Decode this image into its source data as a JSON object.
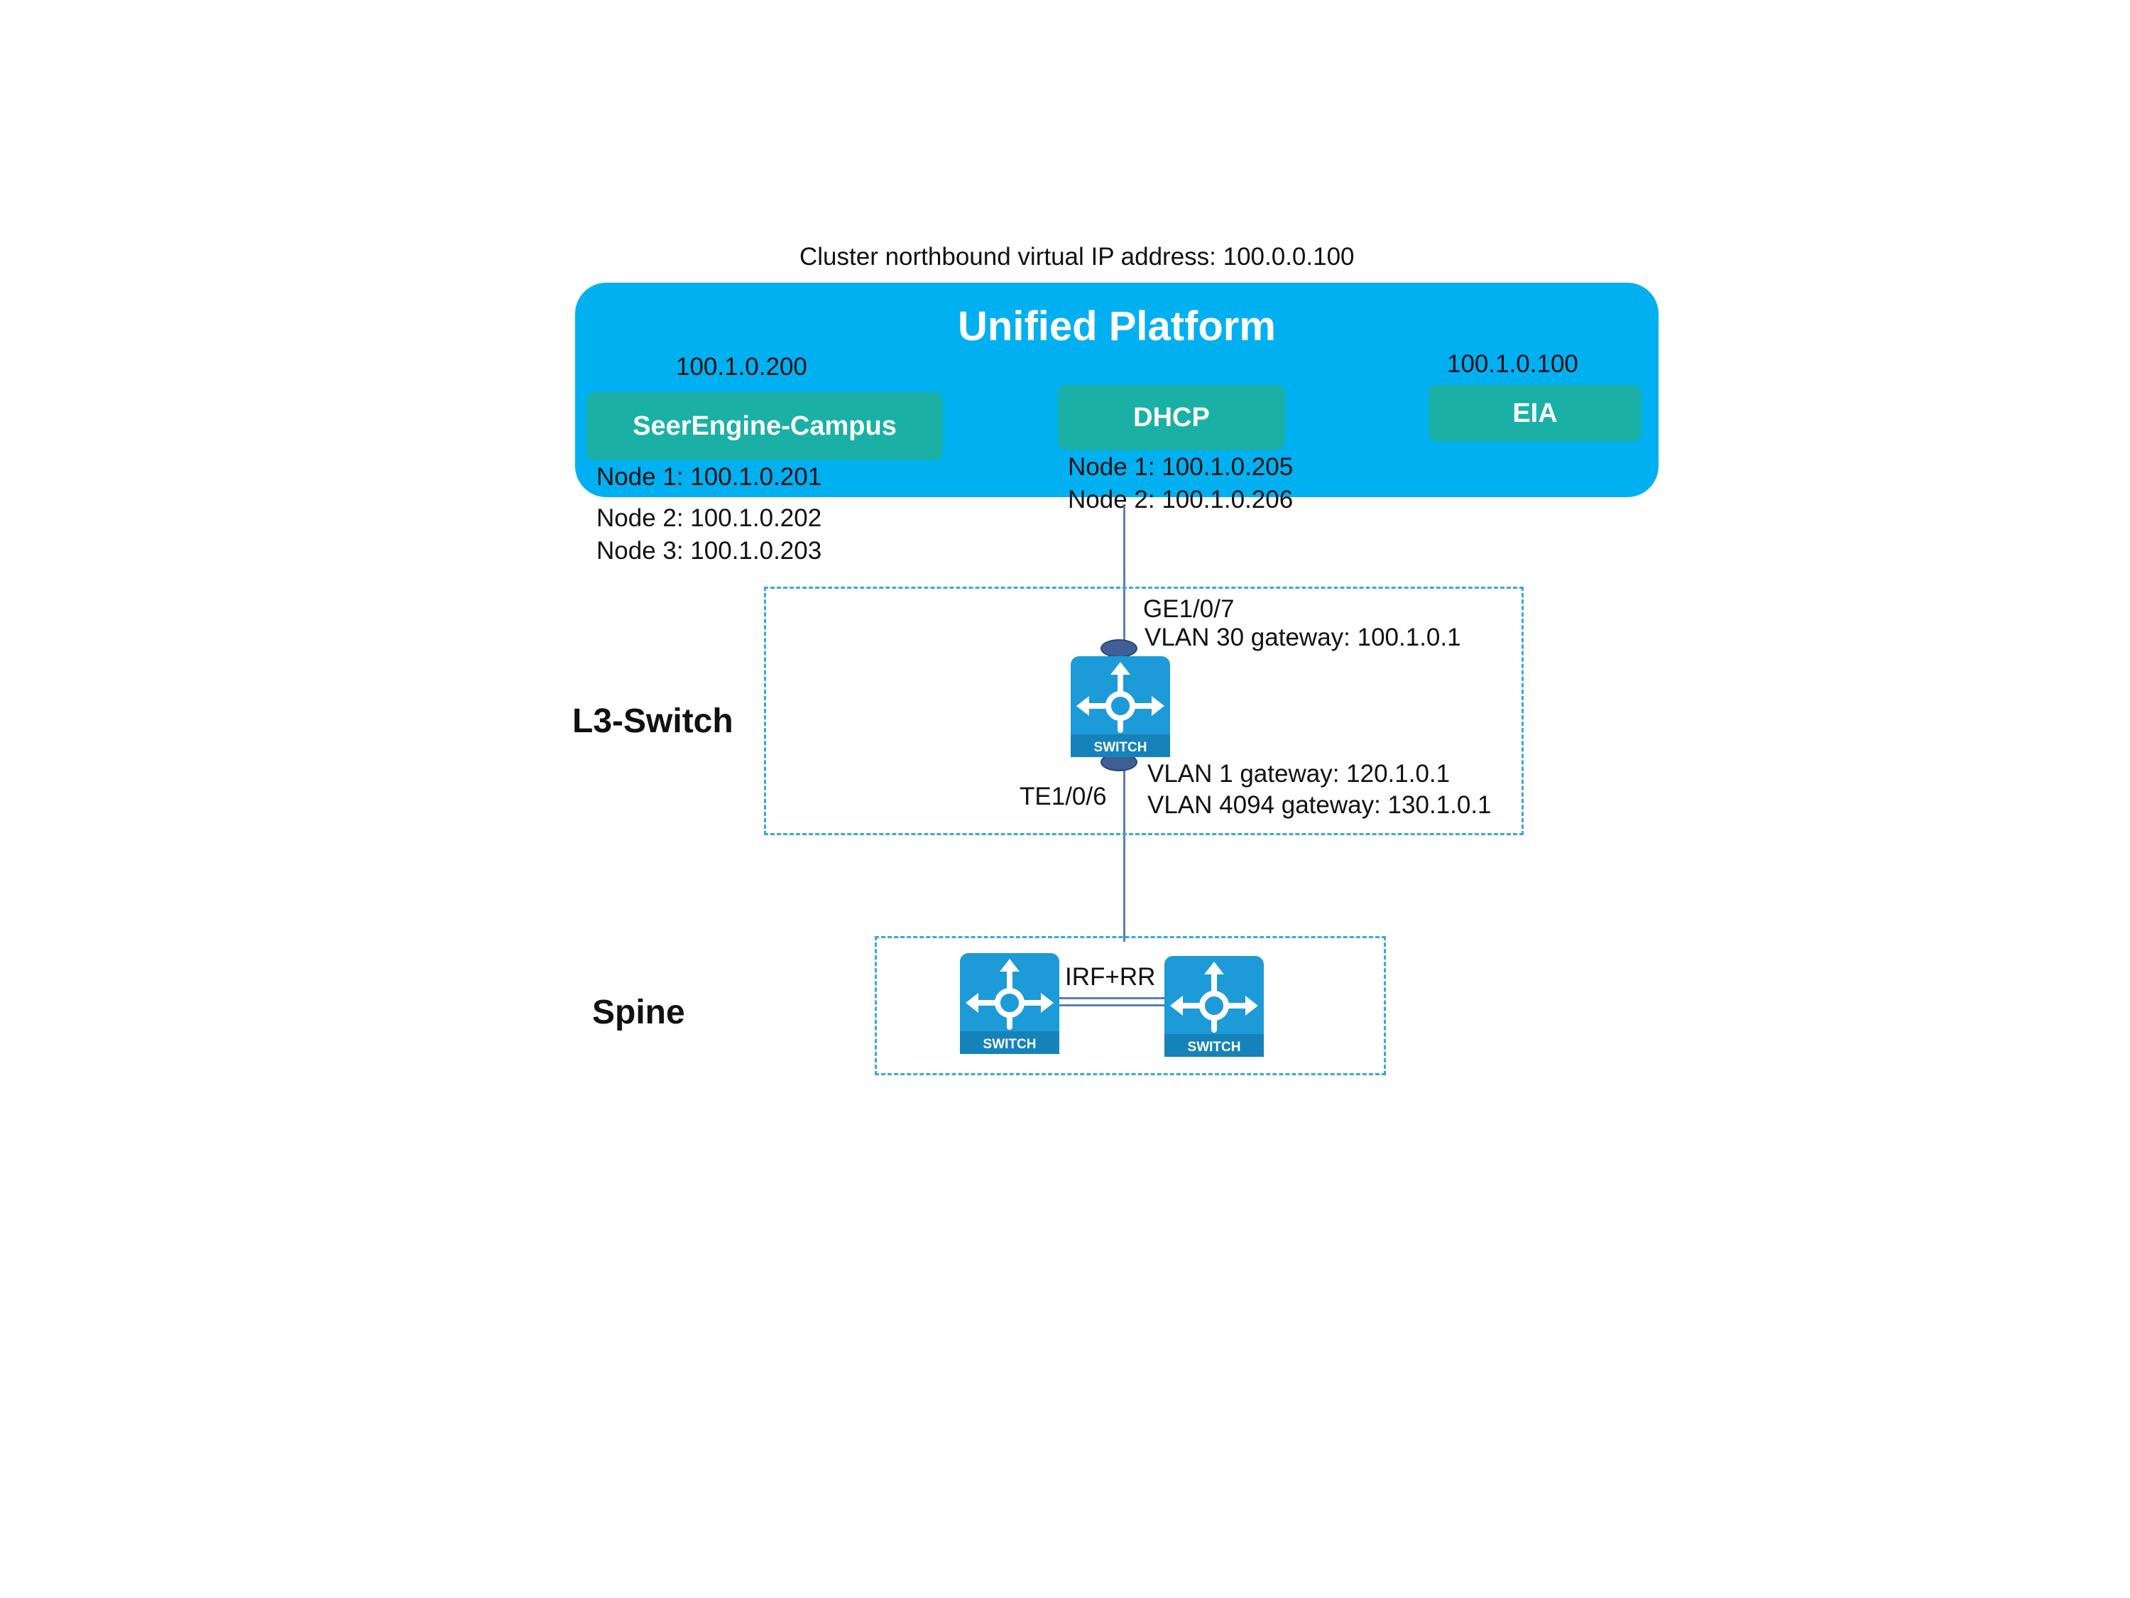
{
  "cluster_vip_label": "Cluster northbound virtual IP address: 100.0.0.100",
  "platform": {
    "title": "Unified Platform",
    "modules": {
      "seerengine": {
        "label": "SeerEngine-Campus",
        "ip": "100.1.0.200",
        "nodes": [
          "Node 1: 100.1.0.201",
          "Node 2: 100.1.0.202",
          "Node 3: 100.1.0.203"
        ]
      },
      "dhcp": {
        "label": "DHCP",
        "nodes": [
          "Node 1: 100.1.0.205",
          "Node 2: 100.1.0.206"
        ]
      },
      "eia": {
        "label": "EIA",
        "ip": "100.1.0.100"
      }
    }
  },
  "l3_switch": {
    "tier_label": "L3-Switch",
    "upper_port": "GE1/0/7",
    "upper_gateway": "VLAN 30 gateway: 100.1.0.1",
    "lower_port": "TE1/0/6",
    "lower_gateways": [
      "VLAN 1 gateway: 120.1.0.1",
      "VLAN 4094 gateway: 130.1.0.1"
    ],
    "icon_label": "SWITCH"
  },
  "spine": {
    "tier_label": "Spine",
    "link_label": "IRF+RR",
    "icon_label": "SWITCH"
  },
  "colors": {
    "platform": "#00b0f0",
    "module": "#1ab0a6",
    "switch_icon": "#1d9ad8",
    "link": "#5b7fb5",
    "group_border": "#3aa8d8"
  }
}
